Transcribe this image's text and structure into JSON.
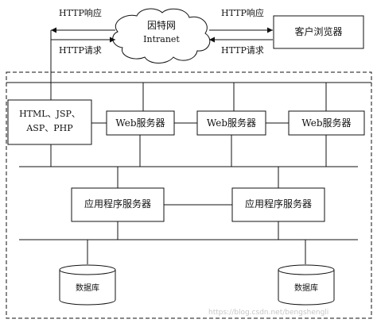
{
  "cloud": {
    "title": "因特网",
    "subtitle": "Intranet"
  },
  "arrows": {
    "top_left": "HTTP响应",
    "bottom_left": "HTTP请求",
    "top_right": "HTTP响应",
    "bottom_right": "HTTP请求"
  },
  "client": {
    "label": "客户浏览器"
  },
  "static_box": {
    "line1": "HTML、JSP、",
    "line2": "ASP、PHP"
  },
  "web_servers": [
    "Web服务器",
    "Web服务器",
    "Web服务器"
  ],
  "app_servers": [
    "应用程序服务器",
    "应用程序服务器"
  ],
  "databases": [
    "数据库",
    "数据库"
  ],
  "watermark": "https://blog.csdn.net/bengshengli"
}
